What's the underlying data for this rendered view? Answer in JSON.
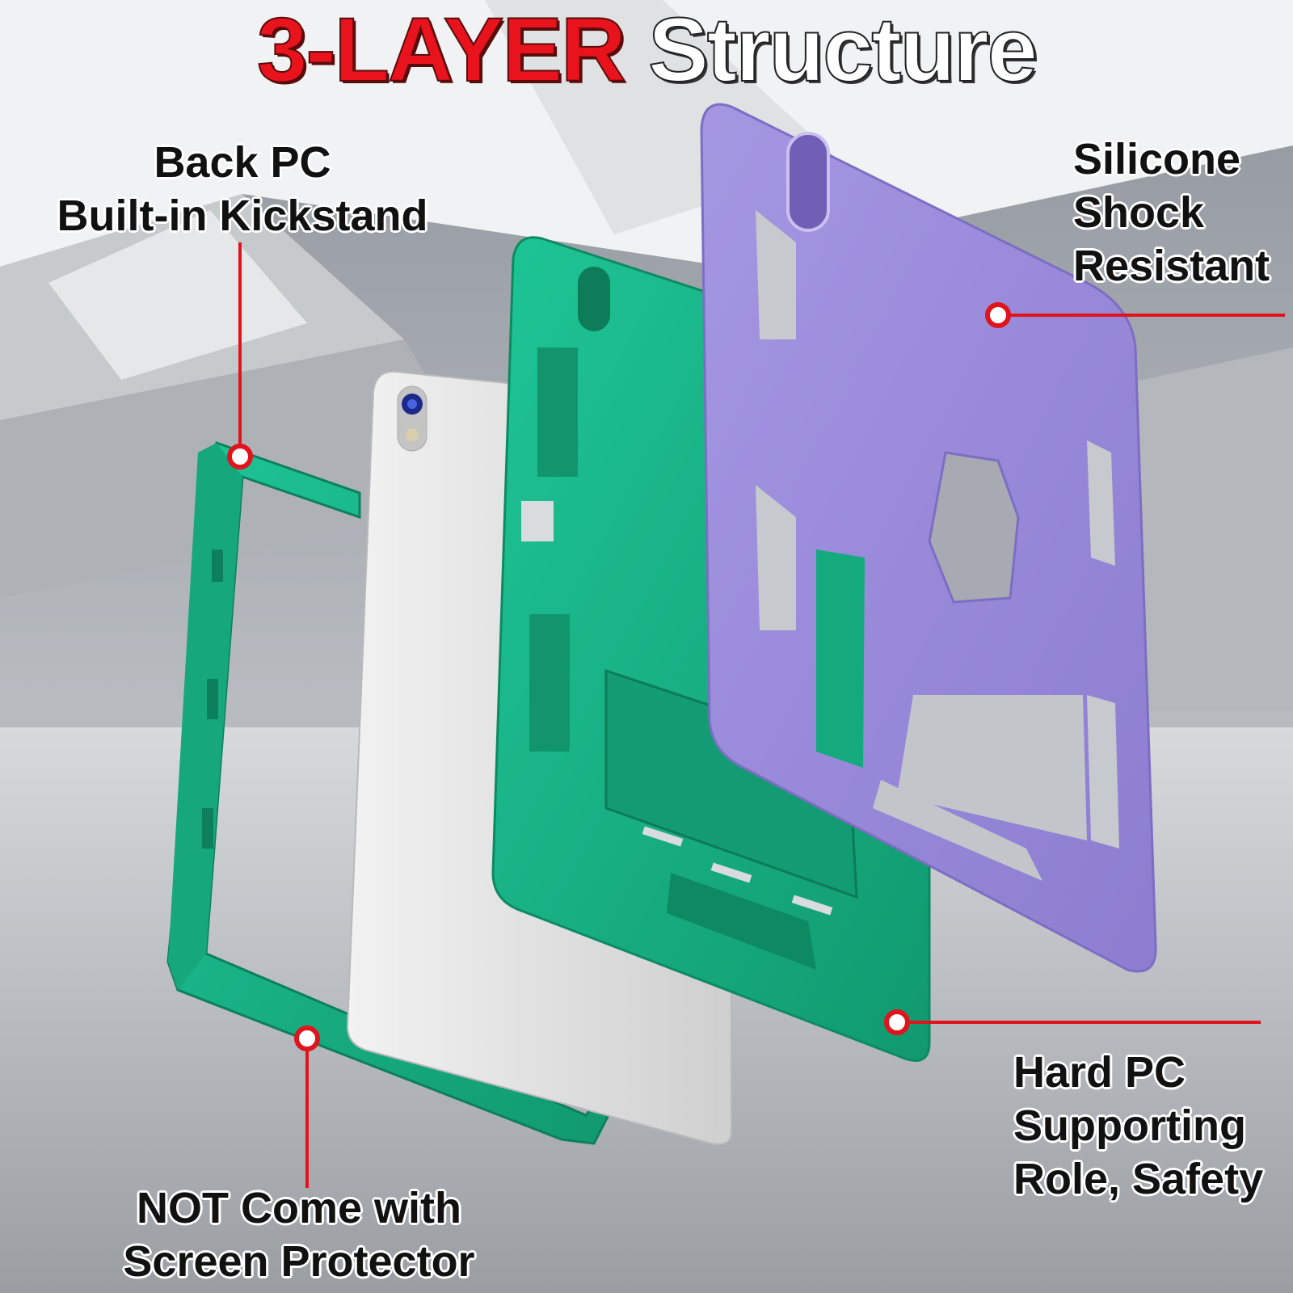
{
  "headline": {
    "part1": "3-LAYER",
    "part2": "Structure"
  },
  "callouts": {
    "back_pc": {
      "line1": "Back PC",
      "line2": "Built-in Kickstand"
    },
    "silicone": {
      "line1": "Silicone",
      "line2": "Shock",
      "line3": "Resistant"
    },
    "hard_pc": {
      "line1": "Hard PC",
      "line2": "Supporting",
      "line3": "Role, Safety"
    },
    "screen": {
      "line1": "NOT Come with",
      "line2": "Screen Protector"
    }
  },
  "colors": {
    "headline_red": "#e8131c",
    "leader_line": "#e0141c",
    "green_case": "#17b489",
    "purple_case": "#9a8ad8",
    "tablet": "#d9d9d9"
  }
}
